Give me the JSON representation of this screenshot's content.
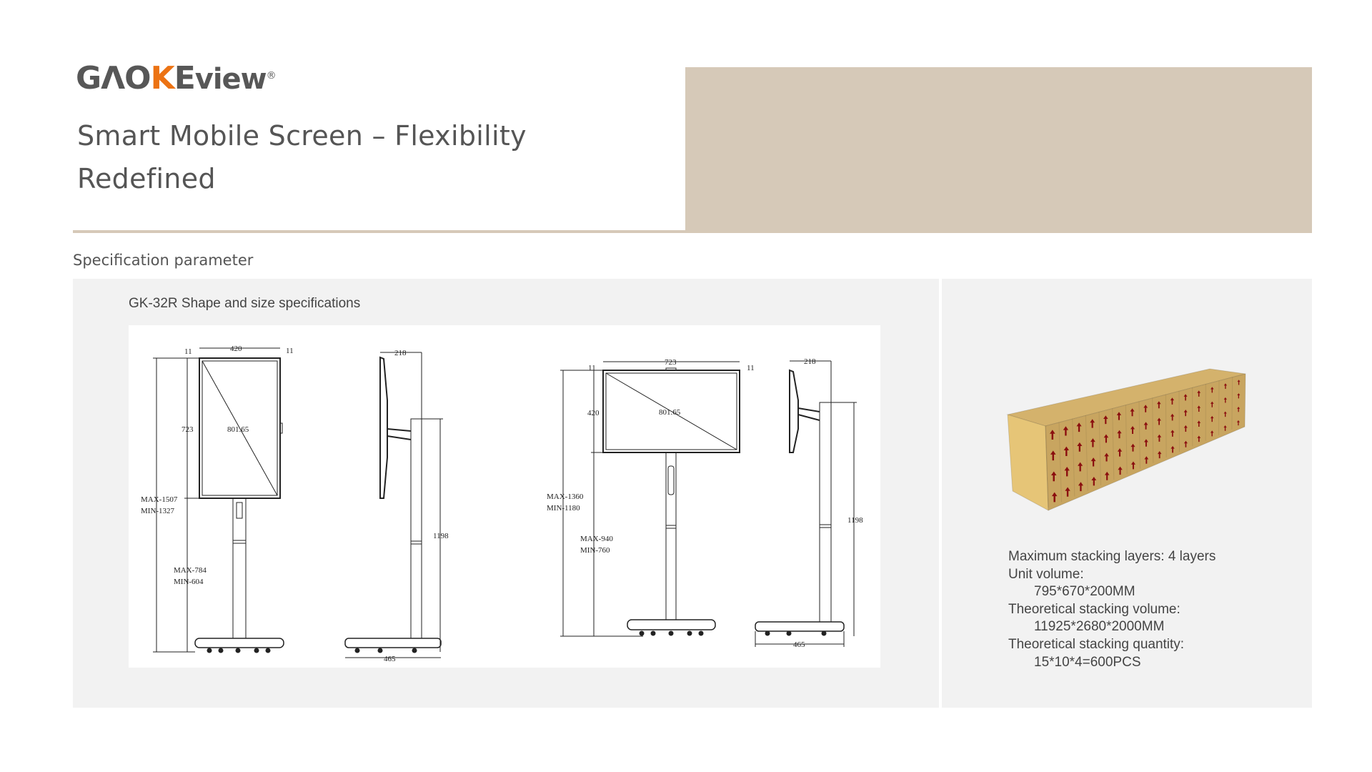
{
  "logo": {
    "text": "GAOKEview",
    "part1": "GΛO",
    "part2": "K",
    "part3": "E",
    "part4": "view",
    "registered": "®",
    "accent_color": "#ec7314"
  },
  "header": {
    "title_line1": "Smart Mobile Screen – Flexibility",
    "title_line2": "Redefined",
    "accent_color": "#d6c9b8"
  },
  "section": {
    "title": "Specification parameter"
  },
  "drawing": {
    "title": "GK-32R Shape and size specifications",
    "portrait_front": {
      "width": "420",
      "bezel_left": "11",
      "bezel_right": "11",
      "height": "723",
      "diagonal": "801.65",
      "total_max": "MAX-1507",
      "total_min": "MIN-1327",
      "stand_max": "MAX-784",
      "stand_min": "MIN-604"
    },
    "portrait_side": {
      "depth": "218",
      "pole_height": "1198",
      "base": "465"
    },
    "landscape_front": {
      "width": "723",
      "bezel_left": "11",
      "bezel_right": "11",
      "height": "420",
      "diagonal": "801.65",
      "total_max": "MAX-1360",
      "total_min": "MIN-1180",
      "stand_max": "MAX-940",
      "stand_min": "MIN-760"
    },
    "landscape_side": {
      "depth": "218",
      "pole_height": "1198",
      "base": "465"
    }
  },
  "packing": {
    "colors": {
      "top": "#d4b26c",
      "end": "#e6c577",
      "side": "#c8a560",
      "arrow": "#8b0f0f"
    },
    "stack": {
      "columns": 15,
      "layers": 4
    },
    "max_layers": "Maximum stacking layers: 4 layers",
    "unit_volume_label": "Unit volume:",
    "unit_volume": "795*670*200MM",
    "stack_volume_label": "Theoretical stacking volume:",
    "stack_volume": "11925*2680*2000MM",
    "stack_quantity_label": "Theoretical stacking quantity:",
    "stack_quantity": "15*10*4=600PCS"
  }
}
